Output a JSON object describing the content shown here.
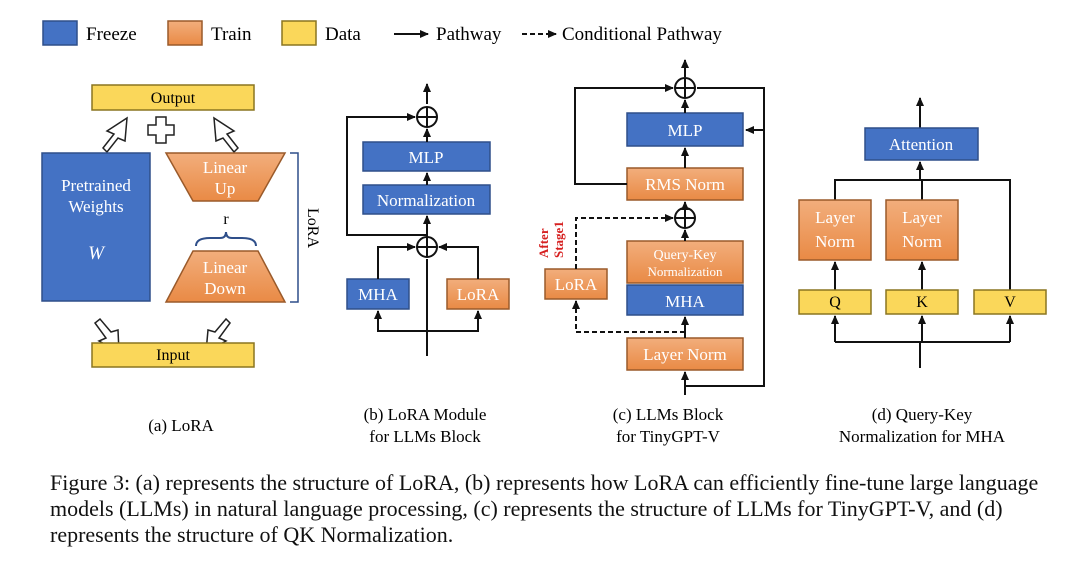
{
  "legend": {
    "freeze": "Freeze",
    "train": "Train",
    "data": "Data",
    "pathway": "Pathway",
    "conditional_pathway": "Conditional Pathway"
  },
  "panel_a": {
    "output": "Output",
    "input": "Input",
    "pretrained_line1": "Pretrained",
    "pretrained_line2": "Weights",
    "weight_symbol": "W",
    "linear_up_1": "Linear",
    "linear_up_2": "Up",
    "linear_down_1": "Linear",
    "linear_down_2": "Down",
    "rank": "r",
    "lora_label": "LoRA",
    "caption": "(a) LoRA"
  },
  "panel_b": {
    "mlp": "MLP",
    "normalization": "Normalization",
    "mha": "MHA",
    "lora": "LoRA",
    "caption_line1": "(b) LoRA Module",
    "caption_line2": "for LLMs Block"
  },
  "panel_c": {
    "mlp": "MLP",
    "rms_norm": "RMS Norm",
    "qk_norm_1": "Query-Key",
    "qk_norm_2": "Normalization",
    "mha": "MHA",
    "layer_norm": "Layer Norm",
    "lora": "LoRA",
    "after_1": "After",
    "after_2": "Stage1",
    "caption_line1": "(c) LLMs Block",
    "caption_line2": "for TinyGPT-V"
  },
  "panel_d": {
    "attention": "Attention",
    "layer_norm_1": "Layer",
    "layer_norm_2": "Norm",
    "q": "Q",
    "k": "K",
    "v": "V",
    "caption_line1": "(d) Query-Key",
    "caption_line2": "Normalization for MHA"
  },
  "figure_caption": "Figure 3: (a) represents the structure of LoRA, (b) represents how LoRA can efficiently fine-tune large language models (LLMs) in natural language processing, (c) represents the structure of LLMs for TinyGPT-V, and (d) represents the structure of QK Normalization.",
  "colors": {
    "freeze": "#4472C4",
    "train": "#ED9A5E",
    "data": "#FAD75A",
    "stage_label": "#D62020"
  }
}
